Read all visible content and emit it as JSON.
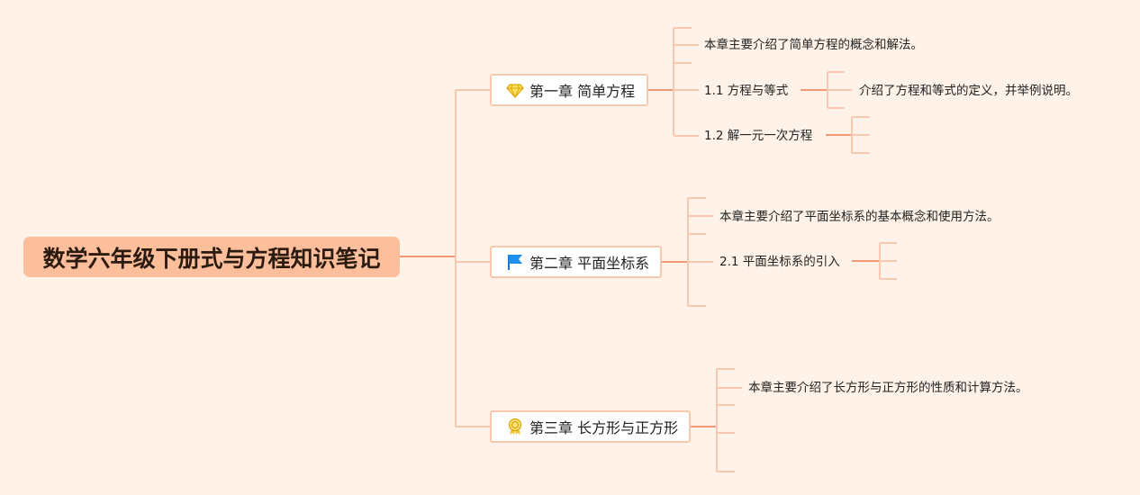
{
  "root": {
    "title": "数学六年级下册式与方程知识笔记"
  },
  "chapters": [
    {
      "title": "第一章 简单方程",
      "icon": "diamond-icon",
      "summary": "本章主要介绍了简单方程的概念和解法。",
      "sections": [
        {
          "title": "1.1 方程与等式",
          "detail": "介绍了方程和等式的定义，并举例说明。"
        },
        {
          "title": "1.2 解一元一次方程",
          "detail": ""
        }
      ]
    },
    {
      "title": "第二章 平面坐标系",
      "icon": "flag-icon",
      "summary": "本章主要介绍了平面坐标系的基本概念和使用方法。",
      "sections": [
        {
          "title": "2.1 平面坐标系的引入",
          "detail": ""
        }
      ]
    },
    {
      "title": "第三章 长方形与正方形",
      "icon": "award-ribbon-icon",
      "summary": "本章主要介绍了长方形与正方形的性质和计算方法。",
      "sections": []
    }
  ],
  "colors": {
    "background": "#fff2e8",
    "root_fill": "#fdbf9b",
    "line_strong": "#f29a78",
    "line_light": "#f8c9ae",
    "chapter_border": "#f8c9ae"
  }
}
